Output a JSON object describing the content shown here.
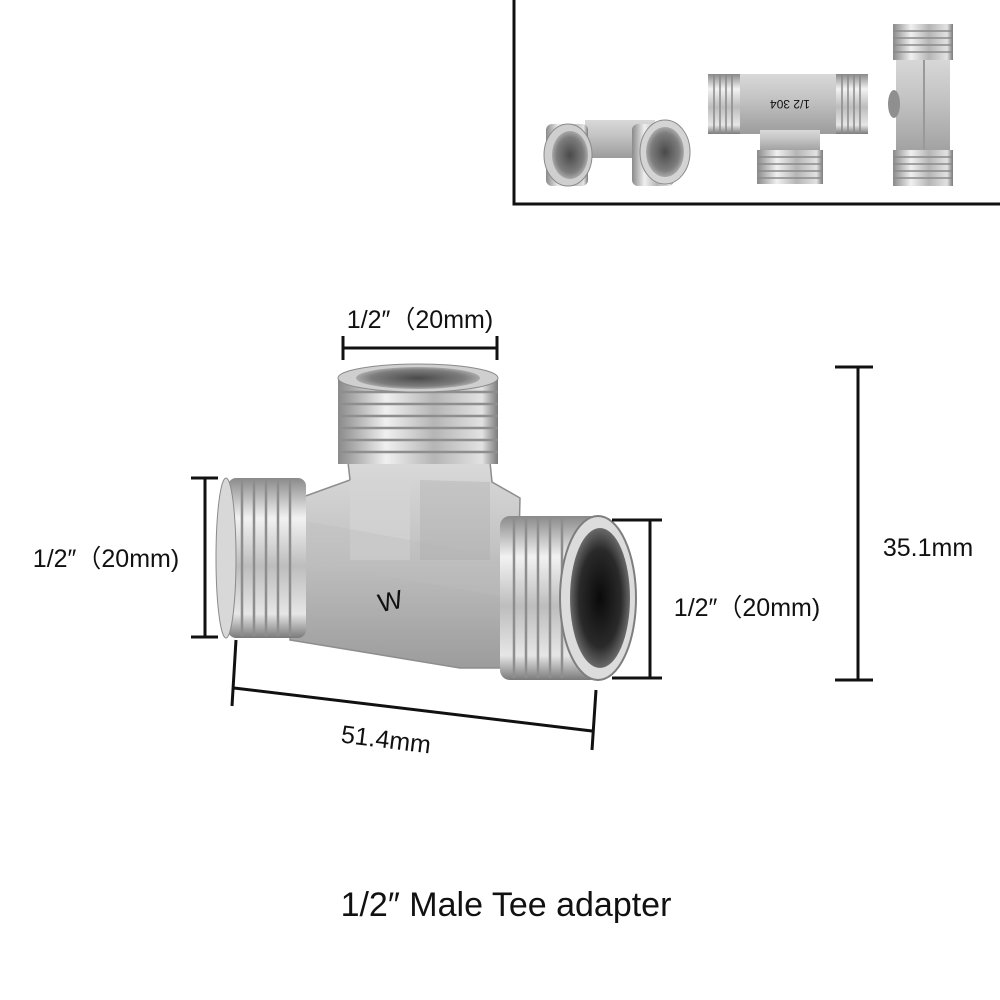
{
  "product": {
    "caption": "1/2″ Male Tee adapter",
    "body_mark": "W",
    "inset_mark": "1/2 304"
  },
  "dimensions": {
    "top_port": "1/2″（20mm)",
    "left_port": "1/2″（20mm)",
    "right_port": "1/2″（20mm)",
    "length": "51.4mm",
    "height": "35.1mm"
  },
  "inset": {
    "views": [
      "end-view",
      "front-view",
      "side-view"
    ]
  },
  "colors": {
    "background": "#ffffff",
    "metal_light": "#e9e9e9",
    "metal_mid": "#b8b8b8",
    "metal_dark": "#6f6f6f",
    "dimension_line": "#111111",
    "frame": "#111111"
  }
}
